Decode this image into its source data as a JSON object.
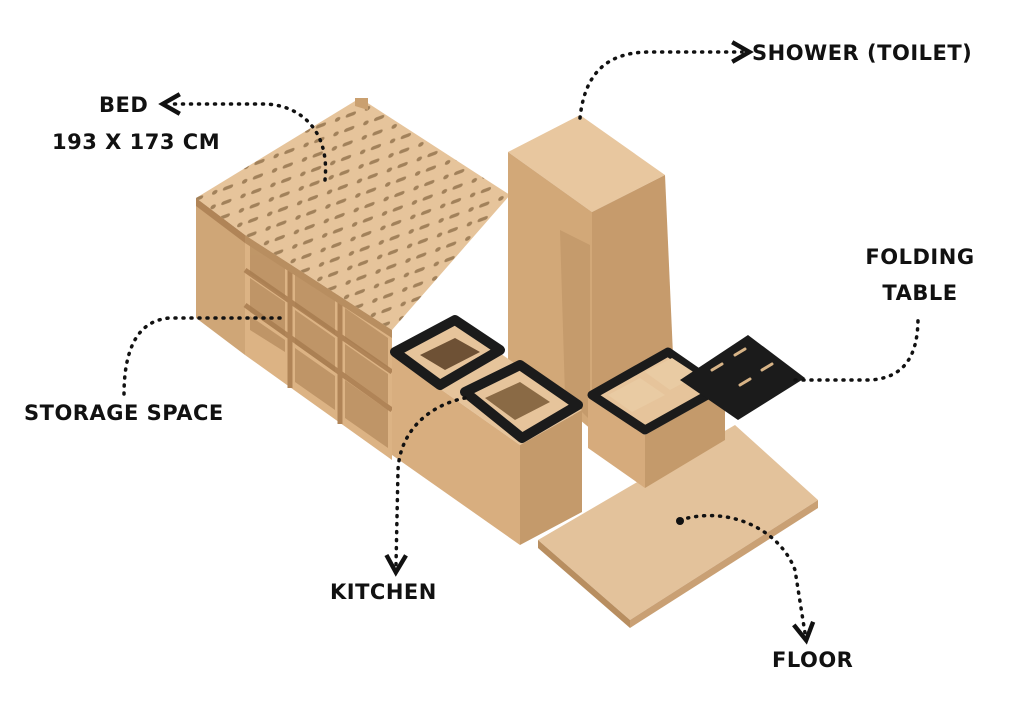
{
  "labels": {
    "bed_title": "BED",
    "bed_size": "193 X 173 CM",
    "shower": "SHOWER (TOILET)",
    "folding_line1": "FOLDING",
    "folding_line2": "TABLE",
    "storage": "STORAGE SPACE",
    "kitchen": "KITCHEN",
    "floor": "FLOOR"
  },
  "colors": {
    "wood_light": "#e6c49b",
    "wood_mid": "#d9b286",
    "wood_dark": "#c49a6b",
    "wood_shadow": "#a97f52",
    "black_panel": "#1b1b1b",
    "text": "#111111"
  }
}
